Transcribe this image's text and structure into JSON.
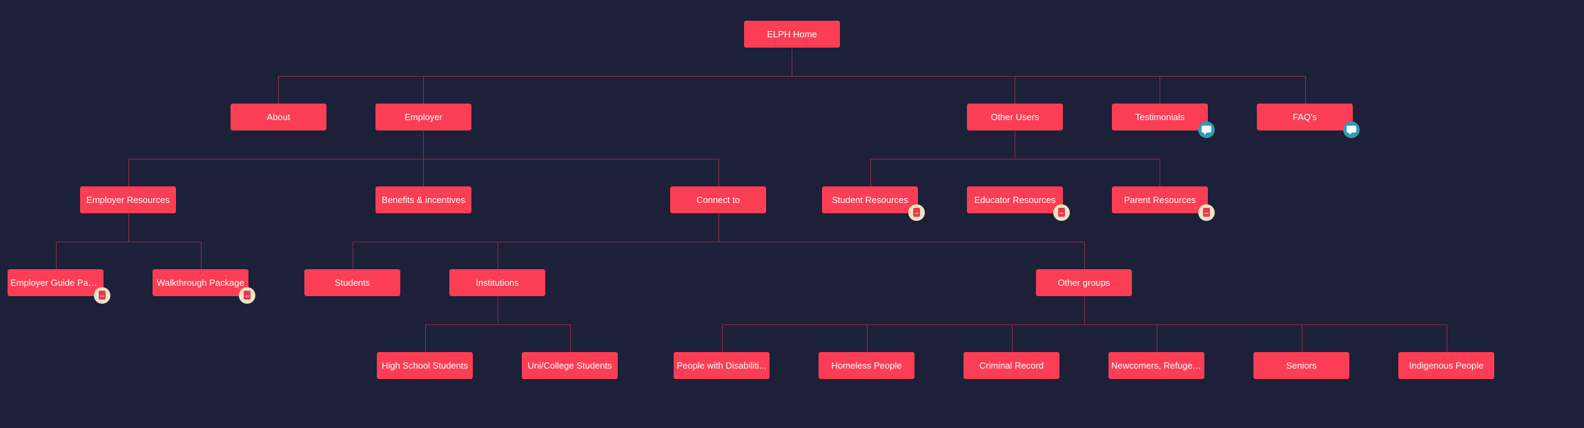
{
  "colors": {
    "background": "#1c2039",
    "node": "#fb3e54",
    "connector": "#8e2f45",
    "document_badge": "#ece2c4",
    "comment_badge": "#2f9db5"
  },
  "sitemap": {
    "root": {
      "label": "ELPH Home"
    },
    "about": {
      "label": "About"
    },
    "employer": {
      "label": "Employer"
    },
    "other_users": {
      "label": "Other Users"
    },
    "testimonials": {
      "label": "Testimonials",
      "icon": "comment-icon"
    },
    "faqs": {
      "label": "FAQ's",
      "icon": "comment-icon"
    },
    "employer_resources": {
      "label": "Employer Resources"
    },
    "benefits": {
      "label": "Benefits & incentives"
    },
    "connect_to": {
      "label": "Connect to"
    },
    "student_resources": {
      "label": "Student Resources",
      "icon": "document-icon"
    },
    "educator_resources": {
      "label": "Educator Resources",
      "icon": "document-icon"
    },
    "parent_resources": {
      "label": "Parent Resources",
      "icon": "document-icon"
    },
    "employer_guide": {
      "label": "Employer Guide Pack...",
      "icon": "document-icon"
    },
    "walkthrough": {
      "label": "Walkthrough Package",
      "icon": "document-icon"
    },
    "students": {
      "label": "Students"
    },
    "institutions": {
      "label": "Institutions"
    },
    "other_groups": {
      "label": "Other groups"
    },
    "high_school": {
      "label": "High School Students"
    },
    "uni_college": {
      "label": "Uni/College Students"
    },
    "disabilities": {
      "label": "People with Disabiliti..."
    },
    "homeless": {
      "label": "Homeless People"
    },
    "criminal": {
      "label": "Criminal Record"
    },
    "newcomers": {
      "label": "Newcomers, Refugees"
    },
    "seniors": {
      "label": "Seniors"
    },
    "indigenous": {
      "label": "Indigenous People"
    }
  }
}
